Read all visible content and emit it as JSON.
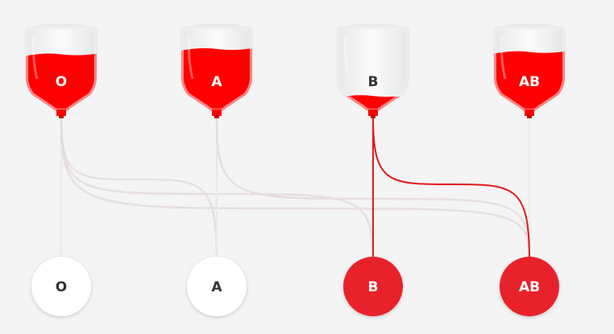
{
  "colors": {
    "blood": "#ff0000",
    "badge_active": "#e8202a",
    "badge_inactive": "#ffffff",
    "text_on_blood": "#ffffff",
    "text_dark": "#333333",
    "line_inactive": "#d7d7d7",
    "line_active": "#e21a1a",
    "background": "#f4f4f4"
  },
  "donors": [
    {
      "id": "O",
      "label": "O",
      "fill_level": 0.75,
      "selected": false
    },
    {
      "id": "A",
      "label": "A",
      "fill_level": 0.82,
      "selected": false
    },
    {
      "id": "B",
      "label": "B",
      "fill_level": 0.2,
      "selected": true
    },
    {
      "id": "AB",
      "label": "AB",
      "fill_level": 0.78,
      "selected": false
    }
  ],
  "recipients": [
    {
      "id": "O",
      "label": "O",
      "highlighted": false
    },
    {
      "id": "A",
      "label": "A",
      "highlighted": false
    },
    {
      "id": "B",
      "label": "B",
      "highlighted": true
    },
    {
      "id": "AB",
      "label": "AB",
      "highlighted": true
    }
  ],
  "connections": [
    {
      "from": "O",
      "to": "O",
      "active": false
    },
    {
      "from": "O",
      "to": "A",
      "active": false
    },
    {
      "from": "O",
      "to": "B",
      "active": false
    },
    {
      "from": "O",
      "to": "AB",
      "active": false
    },
    {
      "from": "A",
      "to": "A",
      "active": false
    },
    {
      "from": "A",
      "to": "AB",
      "active": false
    },
    {
      "from": "B",
      "to": "B",
      "active": true
    },
    {
      "from": "B",
      "to": "AB",
      "active": true
    },
    {
      "from": "AB",
      "to": "AB",
      "active": false
    }
  ]
}
